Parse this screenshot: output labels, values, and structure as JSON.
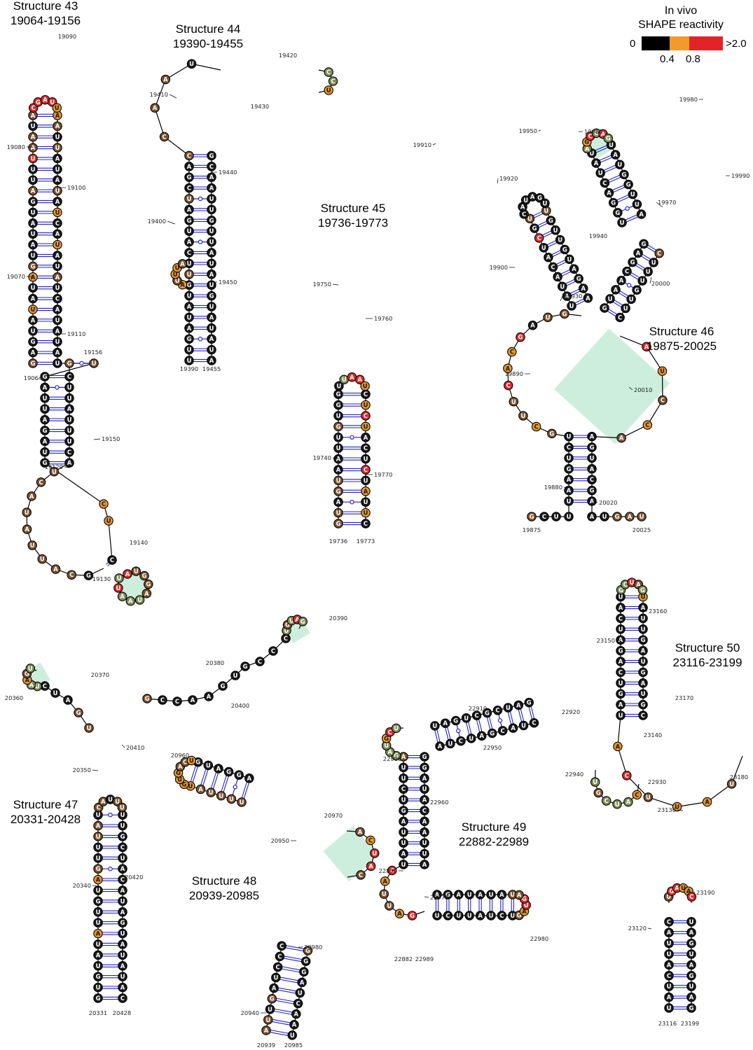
{
  "legend": {
    "title_line1": "In vivo",
    "title_line2": "SHAPE reactivity",
    "tick_min": "0",
    "tick_a": "0.4",
    "tick_b": "0.8",
    "tick_max": ">2.0",
    "colors": [
      "#000000",
      "#f39a2b",
      "#e3232a"
    ]
  },
  "node_colors": {
    "k": "#1a1a1a",
    "b": "#7a5230",
    "o": "#e6962e",
    "r": "#d92b2b",
    "g": "#7e8b55"
  },
  "highlight_color": "#cdeedd",
  "pair_color": "#2323c8",
  "structures": [
    {
      "id": "s43",
      "name": "Structure 43",
      "range": "19064-19156",
      "stems": [
        {
          "left": "GAGUAUAUAGUAUAUGAUUUAAUA",
          "right": "UAUAUACUAUAUACUAUAUAUUAA",
          "left_colors": "bkkkkokkobkkkkkkbkkrbbkb",
          "right_colors": "kkkkkkkkbkkokkokbkkkbkbo",
          "wobble": []
        },
        {
          "left": "CUUAUUUCA",
          "right": "GAUUAGAUG",
          "left_colors": "kkkkkkkkk",
          "right_colors": "kkkkkkkkk",
          "wobble": [
            1
          ]
        }
      ],
      "loops": [
        {
          "seq": "CGAUU",
          "colors": "rrrro"
        },
        {
          "seq": "UCAUAUUACG",
          "colors": "bbbbbbbbbk"
        },
        {
          "seq": "UAAUAGGU",
          "colors": "rgggbbbb"
        }
      ],
      "labels": [
        "19064",
        "19070",
        "19080",
        "19090",
        "19100",
        "19110",
        "19120",
        "19130",
        "19140",
        "19150",
        "19156"
      ]
    },
    {
      "id": "s44",
      "name": "Structure 44",
      "range": "19390-19455",
      "stems": [
        {
          "left": "UUGAUAUGUUCAUGAUCGAC",
          "right": "AUAUAUGUAUAUUGUUAACG",
          "left_colors": "kkkkkkkkbkkkkkkbkkkb",
          "right_colors": "kkkkkkkkkkkkkkkkkkkk",
          "wobble": [
            2,
            11,
            15
          ]
        }
      ],
      "loops": [
        {
          "seq": "CAAU",
          "colors": "bbbk"
        },
        {
          "seq": "CCU",
          "colors": "ggo"
        },
        {
          "seq": "AUUUA",
          "colors": "oboob"
        }
      ],
      "labels": [
        "19390",
        "19400",
        "19410",
        "19420",
        "19430",
        "19440",
        "19450",
        "19455"
      ]
    },
    {
      "id": "s45",
      "name": "Structure 45",
      "range": "19736-19773",
      "stems": [
        {
          "left": "GUAGUAAUUGUGG",
          "right": "CUUAUCUCAUCUC",
          "left_colors": "bbkbbkkkkbkkk",
          "right_colors": "kokokrkkkorok",
          "wobble": [
            2,
            8
          ]
        }
      ],
      "loops": [
        {
          "seq": "UUAAU",
          "colors": "kgrro"
        }
      ],
      "labels": [
        "19736",
        "19740",
        "19750",
        "19760",
        "19770",
        "19773"
      ]
    },
    {
      "id": "s46",
      "name": "Structure 46",
      "range": "19875-20025",
      "stems": [
        {
          "left": "UAAGUCU",
          "right": "AGCAUGA",
          "left_colors": "kkkkkkk",
          "right_colors": "kkkkkkk",
          "wobble": []
        },
        {
          "left": "UAUACAUCGU",
          "right": "AAGAUGUUGU",
          "left_colors": "kkkkkkkrkb",
          "right_colors": "kkkkkkkkkb",
          "wobble": []
        },
        {
          "left": "GUAACGAG",
          "right": "CUUGUUUC",
          "left_colors": "kkkkkkkk",
          "right_colors": "kkkkkkkb",
          "wobble": [
            3
          ]
        },
        {
          "left": "UGGACUAU",
          "right": "AUUGGUAU",
          "left_colors": "kkkkkkkk",
          "right_colors": "kkkkkkkk",
          "wobble": [
            1
          ]
        }
      ],
      "loops": [
        {
          "seq": "GCUUCACGAUG",
          "colors": "bobbroorkbb"
        },
        {
          "seq": "CAUAGU",
          "colors": "kkkkkk"
        },
        {
          "seq": "AGCGAG",
          "colors": "gorgrg"
        },
        {
          "seq": "AUCCA",
          "colors": "robob"
        }
      ],
      "labels": [
        "19875",
        "19880",
        "19890",
        "19900",
        "19910",
        "19920",
        "19930",
        "19940",
        "19950",
        "19960",
        "19970",
        "19980",
        "19990",
        "20000",
        "20010",
        "20020",
        "20025"
      ]
    },
    {
      "id": "s47",
      "name": "Structure 47",
      "range": "20331-20428",
      "stems": [
        {
          "left": "GUGUAUAUUGUAGUUUAU",
          "right": "CAUAUAUGAUACAUCGUU",
          "left_colors": "kkkkkkokkkkobkkbbk",
          "right_colors": "kkkkkkkkkkkkkkkkkk",
          "wobble": [
            12,
            17
          ]
        }
      ],
      "loops": [
        {
          "seq": "UAAGU",
          "colors": "ggobg"
        },
        {
          "seq": "UGUAG",
          "colors": "gbgrg"
        },
        {
          "seq": "CAUUU",
          "colors": "bbkbb"
        }
      ],
      "labels": [
        "20331",
        "20340",
        "20350",
        "20360",
        "20370",
        "20380",
        "20390",
        "20400",
        "20410",
        "20420",
        "20428"
      ]
    },
    {
      "id": "s48",
      "name": "Structure 48",
      "range": "20939-20985",
      "stems": [
        {
          "left": "AUUGAUCCC",
          "right": "UAACUAGGG",
          "left_colors": "bbkbkkkkk",
          "right_colors": "kkkkkkkkb",
          "wobble": []
        },
        {
          "left": "UUUUAU",
          "right": "AGGAUG",
          "left_colors": "bbbbbo",
          "right_colors": "kkkkkk",
          "wobble": [
            1
          ]
        }
      ],
      "loops": [
        {
          "seq": "GUGACU",
          "colors": "ooobbo"
        },
        {
          "seq": "ACUAC",
          "colors": "borrb"
        }
      ],
      "labels": [
        "20939",
        "20940",
        "20950",
        "20960",
        "20970",
        "20980",
        "20985"
      ]
    },
    {
      "id": "s49",
      "name": "Structure 49",
      "range": "22882-22989",
      "stems": [
        {
          "left": "UAUUAGUCUUA",
          "right": "AUUAACAUAGG",
          "left_colors": "kkkkkkkkkkb",
          "right_colors": "kkkkkkkkkkk",
          "wobble": []
        },
        {
          "left": "AUCUAGCAUC",
          "right": "UAGUCGCUAG",
          "left_colors": "kkkkkkkkkk",
          "right_colors": "kkkkkkkkkk",
          "wobble": [
            2,
            6
          ]
        },
        {
          "left": "UCUUAUCU",
          "right": "AGAUAUAU",
          "left_colors": "kkkkkkkk",
          "right_colors": "kkkkkkkb",
          "wobble": []
        }
      ],
      "loops": [
        {
          "seq": "GAUGCU",
          "colors": "gggorg"
        },
        {
          "seq": "UGCUAC",
          "colors": "gbgggo"
        },
        {
          "seq": "CAUUAG",
          "colors": "robbor"
        }
      ],
      "labels": [
        "22882",
        "22890",
        "22900",
        "22910",
        "22920",
        "22930",
        "22940",
        "22950",
        "22960",
        "22970",
        "22980",
        "22989"
      ]
    },
    {
      "id": "s50",
      "name": "Structure 50",
      "range": "23116-23199",
      "stems": [
        {
          "left": "UAGUCAGAUCAU",
          "right": "CGUAGUAGUUAU",
          "left_colors": "kkkkkkkkkkkk",
          "right_colors": "kkkkkkkkkkko",
          "wobble": []
        },
        {
          "left": "UAUCAUUAC",
          "right": "GAUGAUGAU",
          "left_colors": "kkkkkkkkk",
          "right_colors": "kkkkkkkkk",
          "wobble": []
        }
      ],
      "loops": [
        {
          "seq": "GCUAG",
          "colors": "ggrbg"
        },
        {
          "seq": "ACUUAU",
          "colors": "orboob"
        },
        {
          "seq": "UGAUAC",
          "colors": "brroor"
        }
      ],
      "labels": [
        "23116",
        "23120",
        "23130",
        "23140",
        "23150",
        "23160",
        "23170",
        "23180",
        "23190",
        "23199"
      ]
    }
  ]
}
